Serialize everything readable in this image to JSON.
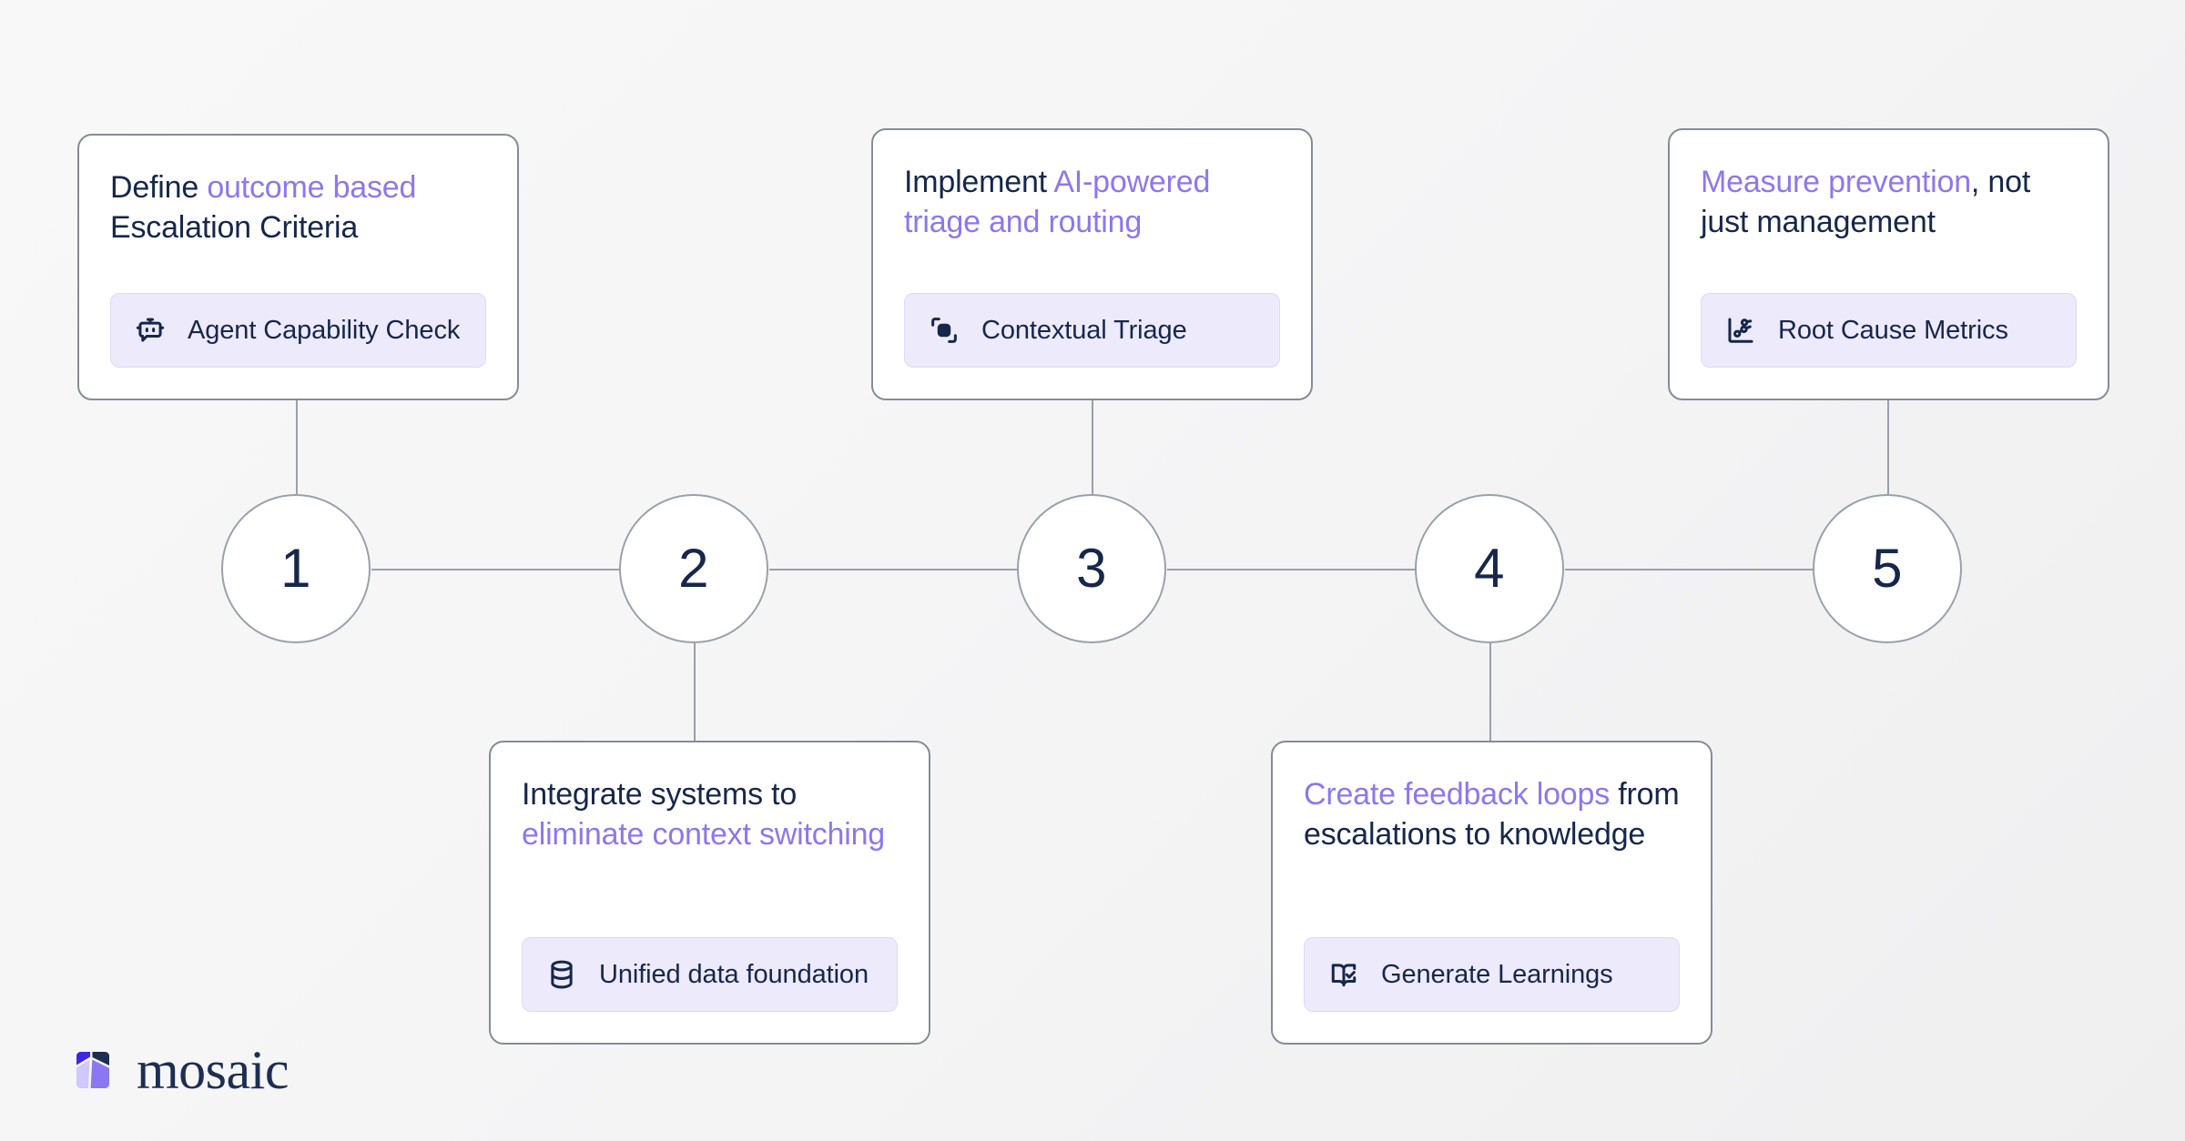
{
  "theme": {
    "accent_purple": "#8b78f0",
    "text_navy": "#16274a",
    "chip_bg": "#edeafb",
    "line_gray": "#9aa0ab",
    "card_border": "#868c96",
    "page_bg": "#f5f5f6"
  },
  "brand": {
    "wordmark": "mosaic",
    "mark_colors": {
      "top_left": "#3b28e6",
      "top_right": "#1d2e52",
      "bottom_left": "#cfc8fb",
      "bottom_right": "#8b78f0"
    }
  },
  "timeline": {
    "nodes": [
      {
        "number": "1",
        "position": "above"
      },
      {
        "number": "2",
        "position": "below"
      },
      {
        "number": "3",
        "position": "above"
      },
      {
        "number": "4",
        "position": "below"
      },
      {
        "number": "5",
        "position": "above"
      }
    ]
  },
  "cards": [
    {
      "id": 1,
      "title_segments": [
        {
          "text": "Define ",
          "highlight": false
        },
        {
          "text": "outcome based",
          "highlight": true
        },
        {
          "text": " Escalation Criteria",
          "highlight": false
        }
      ],
      "title_plain": "Define outcome based Escalation Criteria",
      "chip": {
        "label": "Agent Capability Check",
        "icon": "bot-icon"
      }
    },
    {
      "id": 2,
      "title_segments": [
        {
          "text": "Integrate systems to ",
          "highlight": false
        },
        {
          "text": "eliminate context switching",
          "highlight": true
        }
      ],
      "title_plain": "Integrate systems to eliminate context switching",
      "chip": {
        "label": "Unified data foundation",
        "icon": "database-icon"
      }
    },
    {
      "id": 3,
      "title_segments": [
        {
          "text": "Implement ",
          "highlight": false
        },
        {
          "text": "AI-powered triage and routing",
          "highlight": true
        }
      ],
      "title_plain": "Implement AI-powered triage and routing",
      "chip": {
        "label": "Contextual Triage",
        "icon": "blocks-icon"
      }
    },
    {
      "id": 4,
      "title_segments": [
        {
          "text": "Create feedback loops",
          "highlight": true
        },
        {
          "text": " from escalations to knowledge",
          "highlight": false
        }
      ],
      "title_plain": "Create feedback loops from escalations to knowledge",
      "chip": {
        "label": "Generate Learnings",
        "icon": "book-check-icon"
      }
    },
    {
      "id": 5,
      "title_segments": [
        {
          "text": "Measure prevention",
          "highlight": true
        },
        {
          "text": ", not just management",
          "highlight": false
        }
      ],
      "title_plain": "Measure prevention, not just management",
      "chip": {
        "label": "Root Cause Metrics",
        "icon": "chart-network-icon"
      }
    }
  ]
}
